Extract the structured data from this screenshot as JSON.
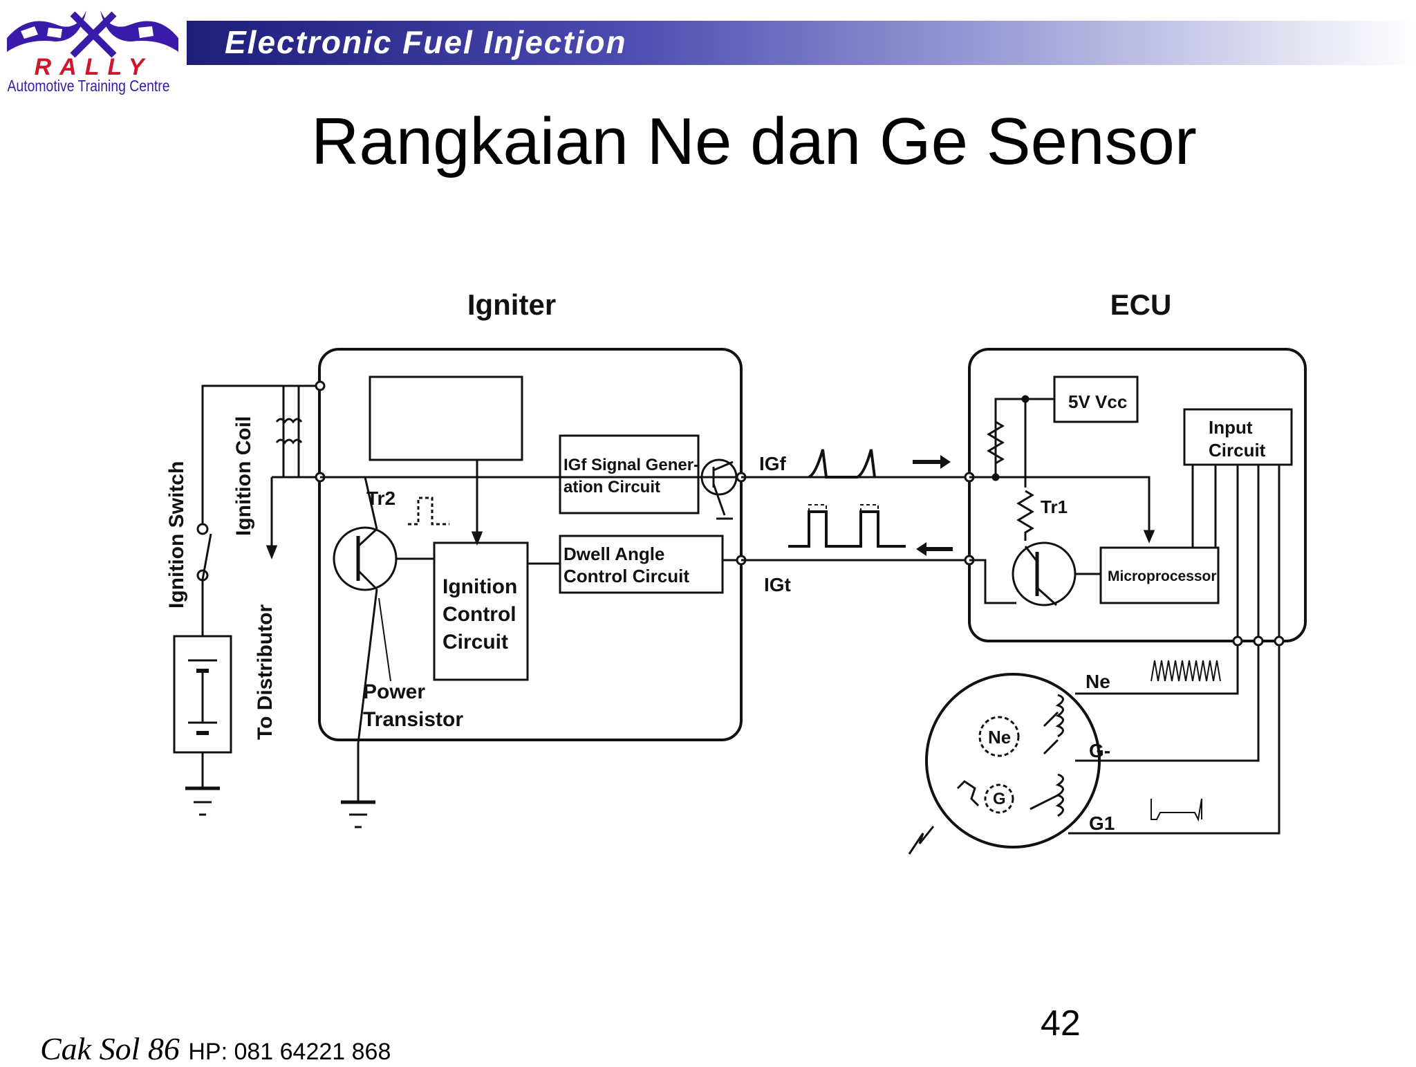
{
  "header": {
    "banner_title": "Electronic Fuel Injection",
    "logo": {
      "brand": "RALLY",
      "subtitle": "Automotive Training Centre"
    }
  },
  "slide": {
    "title": "Rangkaian Ne dan Ge Sensor",
    "page_number": "42"
  },
  "footer": {
    "signature": "Cak Sol 86",
    "phone": "HP: 081 64221 868"
  },
  "diagram": {
    "igniter_label": "Igniter",
    "ecu_label": "ECU",
    "ignition_switch": "Ignition Switch",
    "ignition_coil": "Ignition Coil",
    "to_distributor": "To Distributor",
    "tr2": "Tr2",
    "power_transistor": [
      "Power",
      "Transistor"
    ],
    "ignition_control": [
      "Ignition",
      "Control",
      "Circuit"
    ],
    "igf_signal": [
      "IGf Signal Gener-",
      "ation Circuit"
    ],
    "dwell_angle": [
      "Dwell Angle",
      "Control Circuit"
    ],
    "igf": "IGf",
    "igt": "IGt",
    "vcc": "5V Vcc",
    "input_circuit": [
      "Input",
      "Circuit"
    ],
    "tr1": "Tr1",
    "microprocessor": "Microprocessor",
    "ne": "Ne",
    "g_minus": "G-",
    "g1": "G1",
    "rotor_ne": "Ne",
    "rotor_g": "G"
  },
  "colors": {
    "banner_dark": "#1d1d7a",
    "logo_purple": "#3a1aa8",
    "logo_red": "#d0142c"
  }
}
